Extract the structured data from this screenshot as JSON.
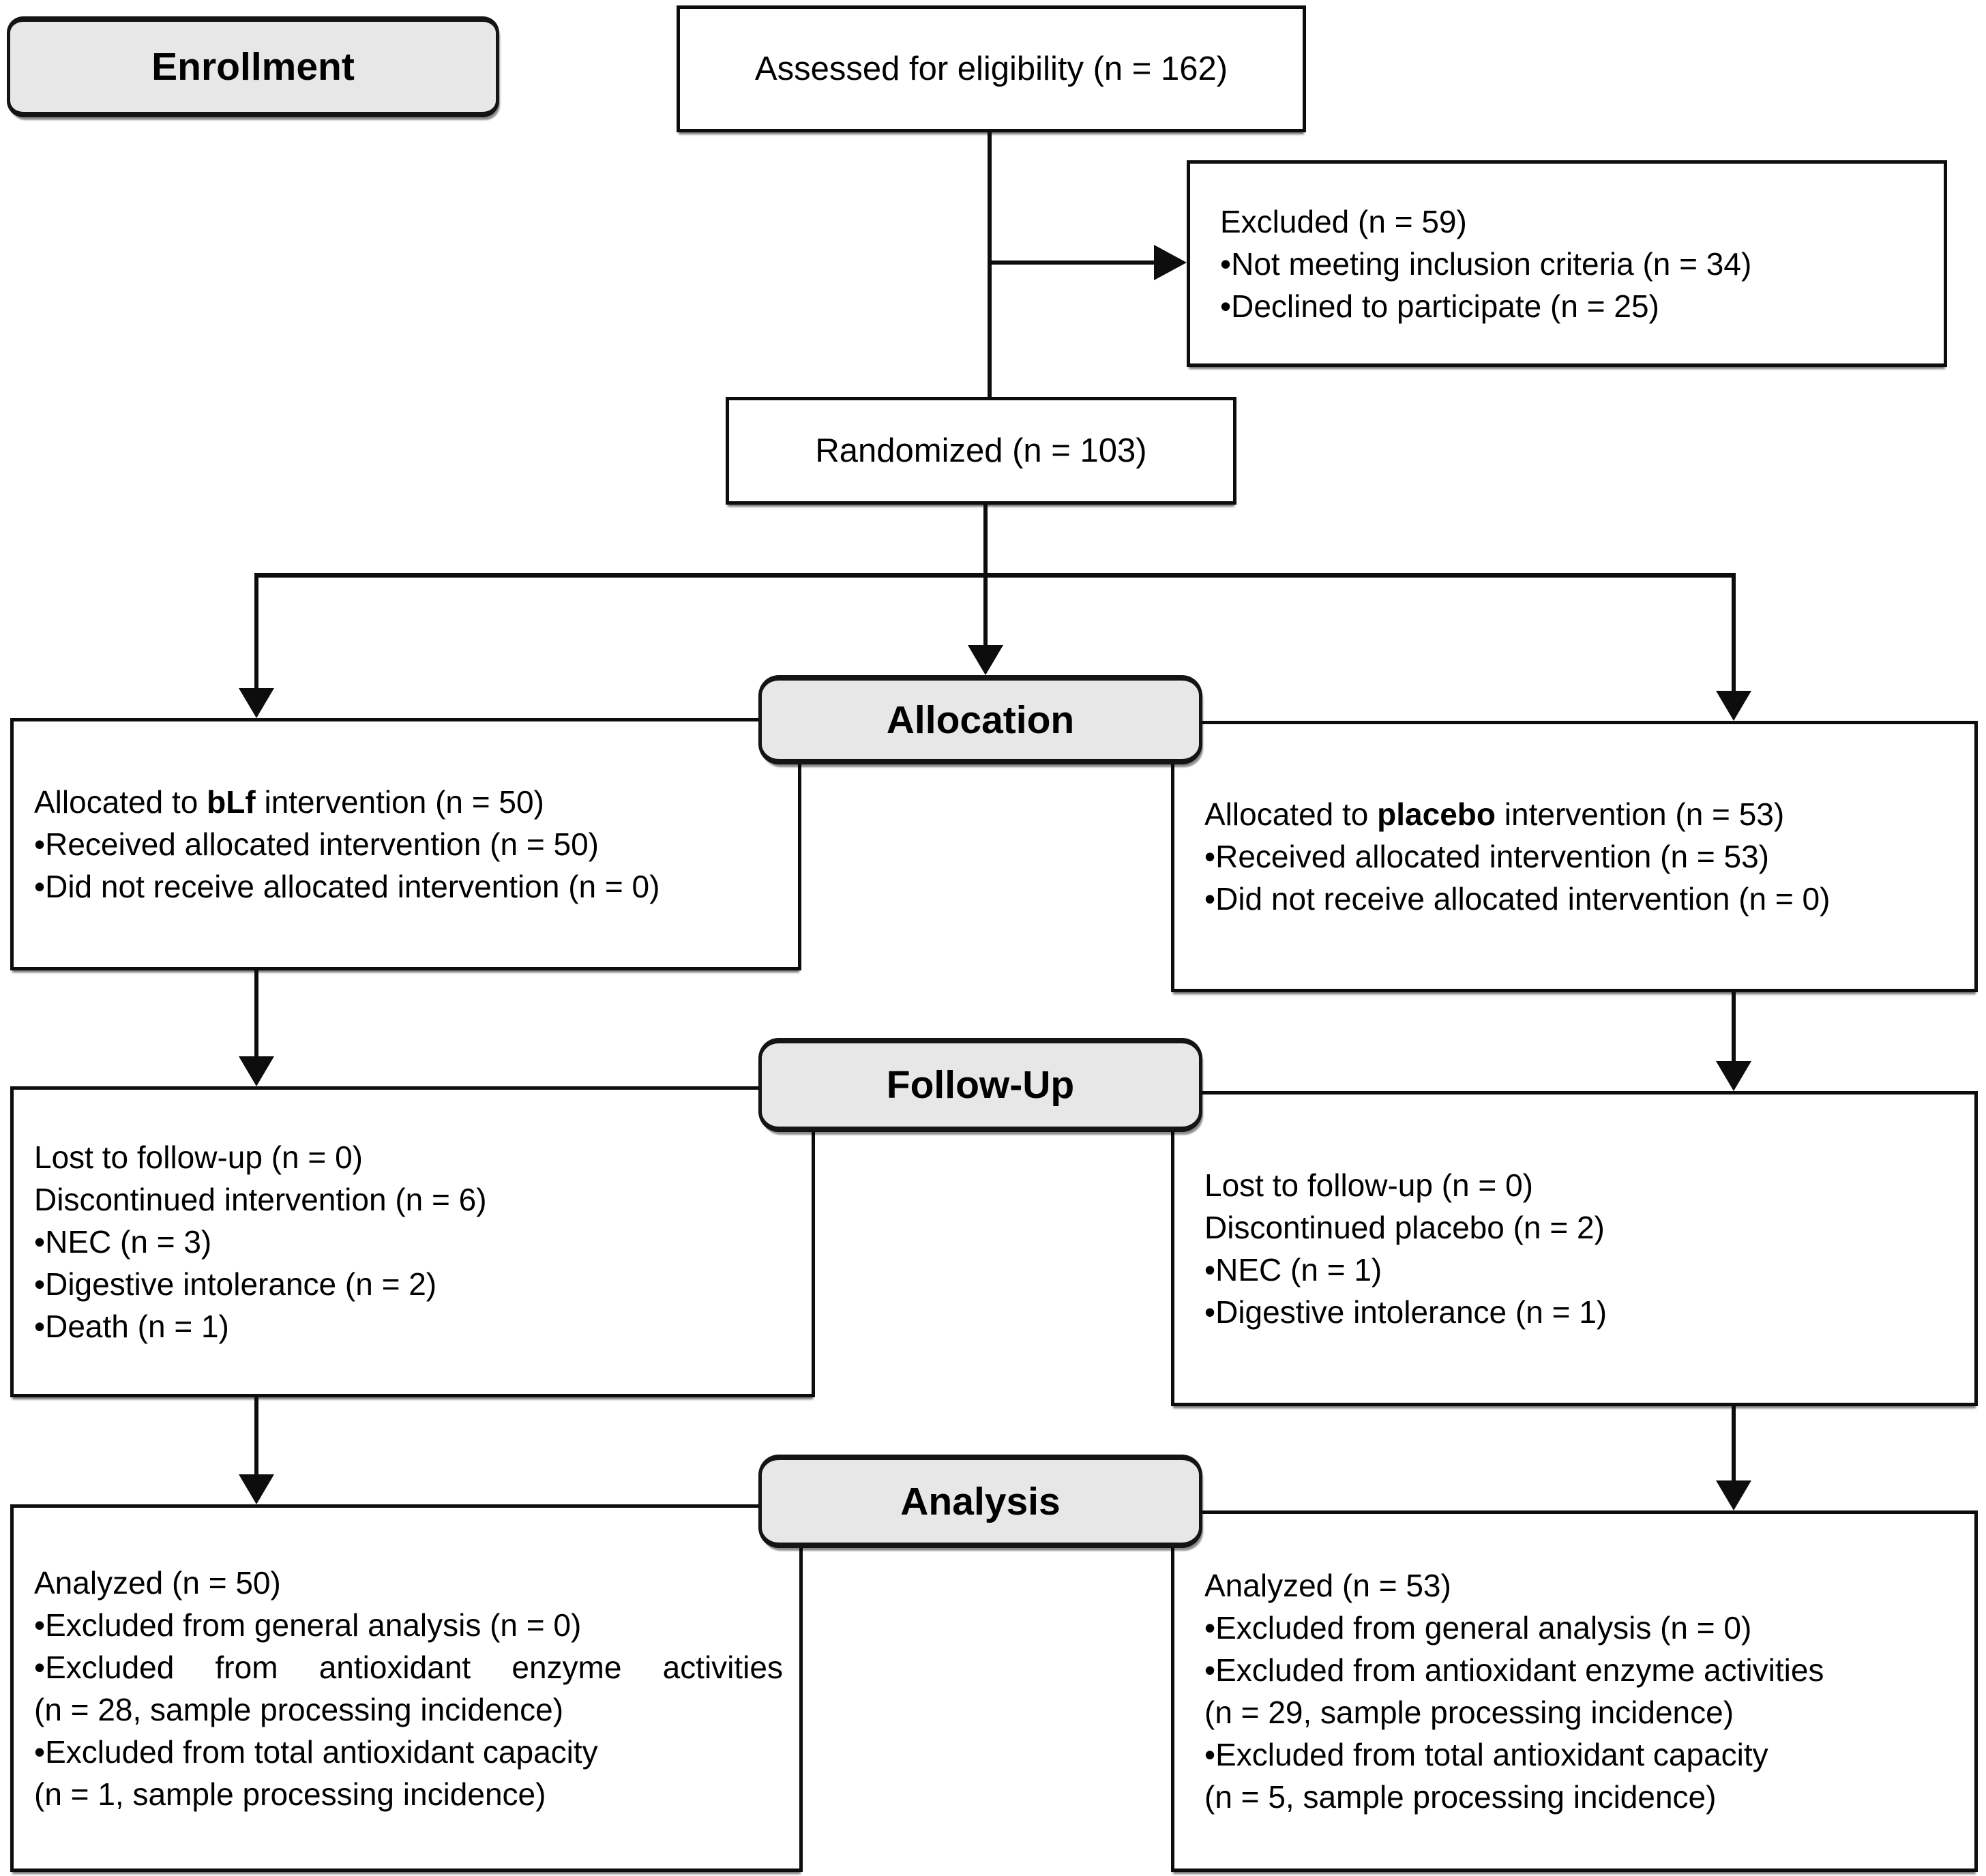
{
  "diagram": {
    "enrollment": {
      "header": "Enrollment"
    },
    "assessed": {
      "label": "Assessed for eligibility (n = 162)"
    },
    "excluded": {
      "title": "Excluded (n = 59)",
      "items": [
        "•Not meeting inclusion criteria (n = 34)",
        "•Declined to participate (n = 25)"
      ]
    },
    "randomized": {
      "label": "Randomized (n = 103)"
    },
    "allocation": {
      "header": "Allocation",
      "left": {
        "line1": {
          "pre": "Allocated to ",
          "bold": "bLf",
          "post": " intervention (n = 50)"
        },
        "items": [
          "•Received allocated intervention (n = 50)",
          "•Did not receive allocated intervention (n = 0)"
        ]
      },
      "right": {
        "line1": {
          "pre": "Allocated to ",
          "bold": "placebo",
          "post": " intervention (n = 53)"
        },
        "items": [
          "•Received allocated intervention (n = 53)",
          "•Did not receive allocated intervention (n = 0)"
        ]
      }
    },
    "followup": {
      "header": "Follow-Up",
      "left": {
        "lines": [
          "Lost to follow-up (n = 0)",
          "Discontinued intervention (n = 6)",
          "•NEC (n = 3)",
          "•Digestive intolerance (n = 2)",
          "•Death (n = 1)"
        ]
      },
      "right": {
        "lines": [
          "Lost to follow-up (n = 0)",
          "Discontinued placebo (n = 2)",
          "•NEC (n = 1)",
          "•Digestive intolerance (n = 1)"
        ]
      }
    },
    "analysis": {
      "header": "Analysis",
      "left": {
        "lines": [
          "Analyzed (n = 50)",
          "•Excluded from general analysis (n = 0)",
          "•Excluded from antioxidant enzyme activities",
          "(n = 28, sample processing incidence)",
          "•Excluded from total antioxidant capacity",
          "(n = 1, sample processing incidence)"
        ]
      },
      "right": {
        "lines": [
          "Analyzed (n = 53)",
          "•Excluded from general analysis (n = 0)",
          "•Excluded from antioxidant enzyme activities",
          "(n = 29, sample processing incidence)",
          "•Excluded from total antioxidant capacity",
          "(n = 5, sample processing incidence)"
        ]
      }
    },
    "colors": {
      "background": "#ffffff",
      "box_fill": "#ffffff",
      "header_fill": "#e7e7e7",
      "line_color": "#0d0d0d",
      "text_color": "#000000"
    }
  }
}
